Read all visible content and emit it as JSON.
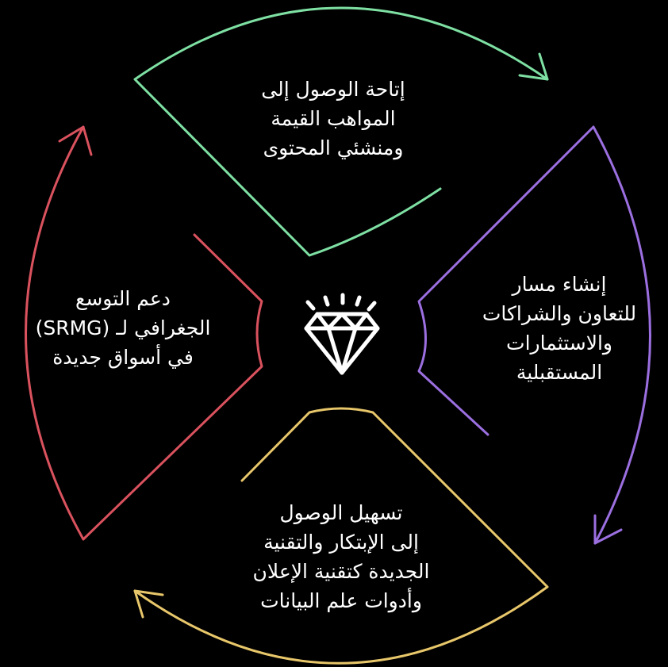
{
  "segments": {
    "top": {
      "color": "#7ee0a3",
      "lines": [
        "إتاحة الوصول إلى",
        "المواهب القيمة",
        "ومنشئي المحتوى"
      ]
    },
    "right": {
      "color": "#9b6fe0",
      "lines": [
        "إنشاء مسار",
        "للتعاون والشراكات",
        "والاستثمارات",
        "المستقبلية"
      ]
    },
    "bottom": {
      "color": "#e8c76b",
      "lines": [
        "تسهيل الوصول",
        "إلى الإبتكار والتقنية",
        "الجديدة كتقنية الإعلان",
        "وأدوات علم البيانات"
      ]
    },
    "left": {
      "color": "#d9525e",
      "lines": [
        "دعم التوسع",
        "الجغرافي لـ (SRMG)",
        "في أسواق جديدة"
      ]
    }
  },
  "center_icon": "diamond-icon",
  "background": "#000000"
}
